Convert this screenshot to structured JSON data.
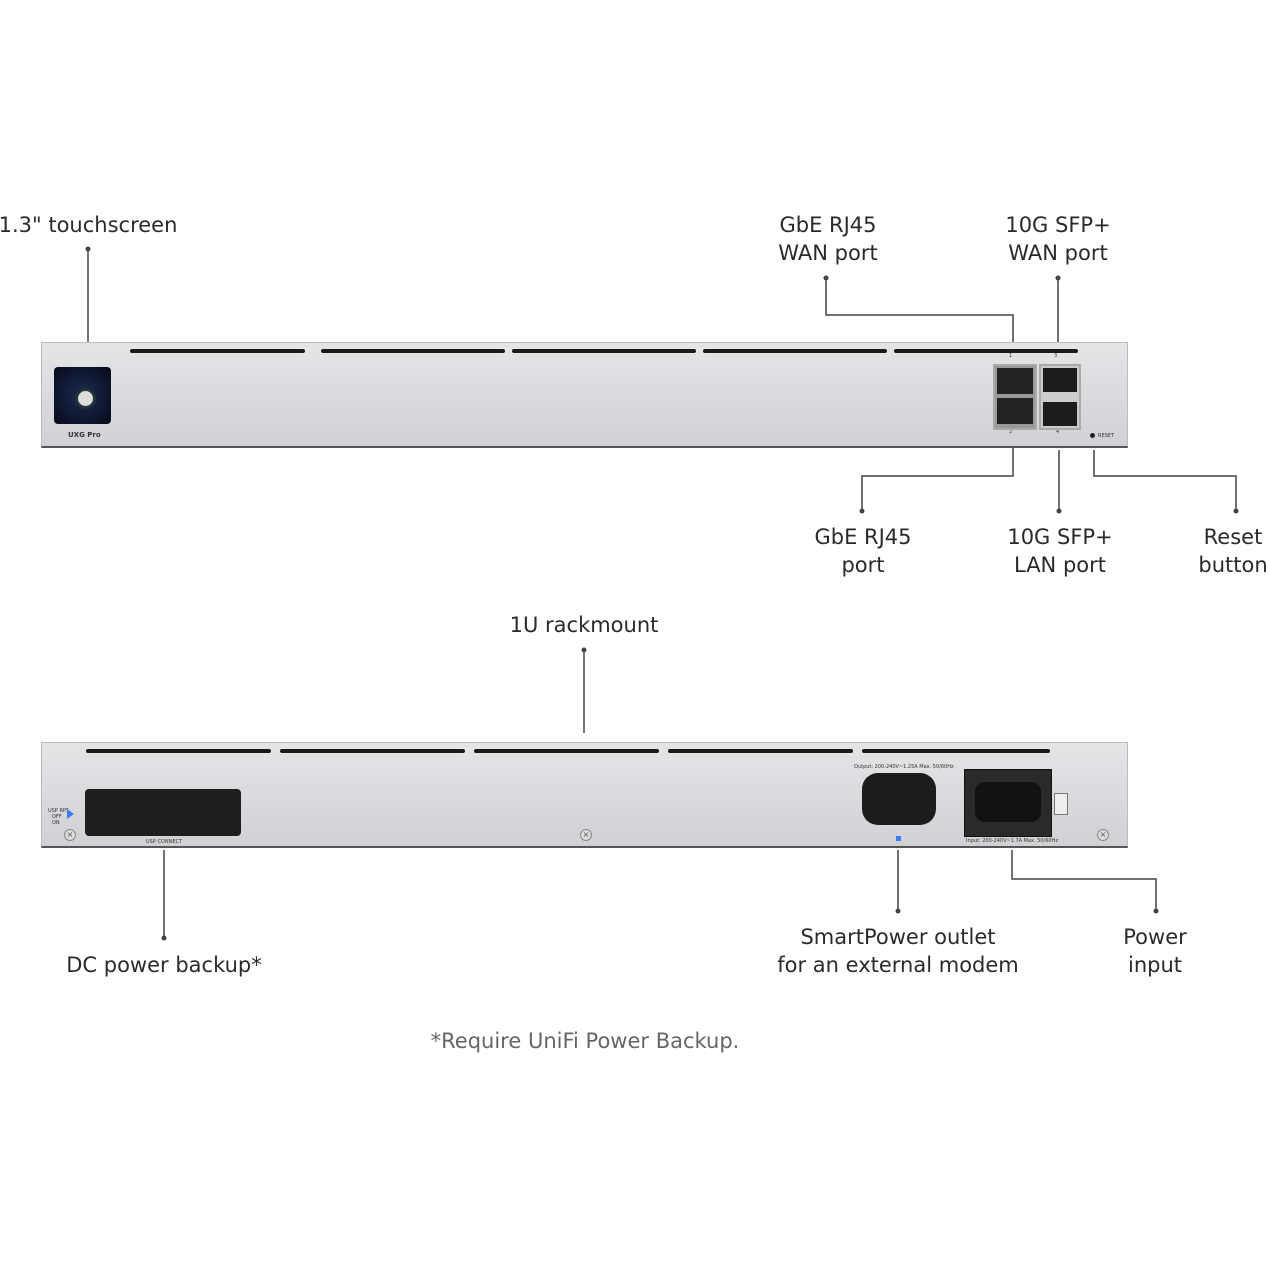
{
  "callouts": {
    "touchscreen": "1.3\" touchscreen",
    "gbe_wan_line1": "GbE RJ45",
    "gbe_wan_line2": "WAN port",
    "sfp_wan_line1": "10G SFP+",
    "sfp_wan_line2": "WAN port",
    "gbe_port_line1": "GbE RJ45",
    "gbe_port_line2": "port",
    "sfp_lan_line1": "10G SFP+",
    "sfp_lan_line2": "LAN port",
    "reset_line1": "Reset",
    "reset_line2": "button",
    "rackmount": "1U rackmount",
    "dc_backup": "DC power backup*",
    "smartpower_line1": "SmartPower outlet",
    "smartpower_line2": "for an external modem",
    "power_line1": "Power",
    "power_line2": "input"
  },
  "front_panel": {
    "model": "UXG Pro",
    "port1": "1",
    "port2": "2",
    "port3": "3",
    "port4": "4",
    "reset": "RESET"
  },
  "back_panel": {
    "usp_connect": "USP CONNECT",
    "usp_rps": "USP RPS",
    "off": "OFF",
    "on": "ON",
    "output_rating": "Output: 200-240V~1.25A Max. 50/60Hz",
    "input_rating": "Input: 200-240V~1.7A Max. 50/60Hz"
  },
  "footnote": "*Require UniFi Power Backup.",
  "colors": {
    "accent_led": "#3b7cff",
    "screen": "#0a1230"
  }
}
